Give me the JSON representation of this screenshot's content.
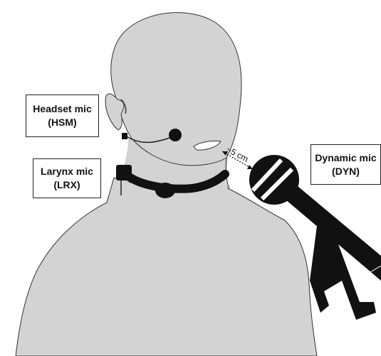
{
  "labels": {
    "headset": {
      "name": "Headset mic",
      "abbr": "(HSM)"
    },
    "larynx": {
      "name": "Larynx mic",
      "abbr": "(LRX)"
    },
    "dynamic": {
      "name": "Dynamic mic",
      "abbr": "(DYN)"
    }
  },
  "distance_label": "~5 cm",
  "colors": {
    "figure_fill": "#d3d3d3",
    "outline": "#333333",
    "equipment": "#111111",
    "box_border": "#222222"
  }
}
